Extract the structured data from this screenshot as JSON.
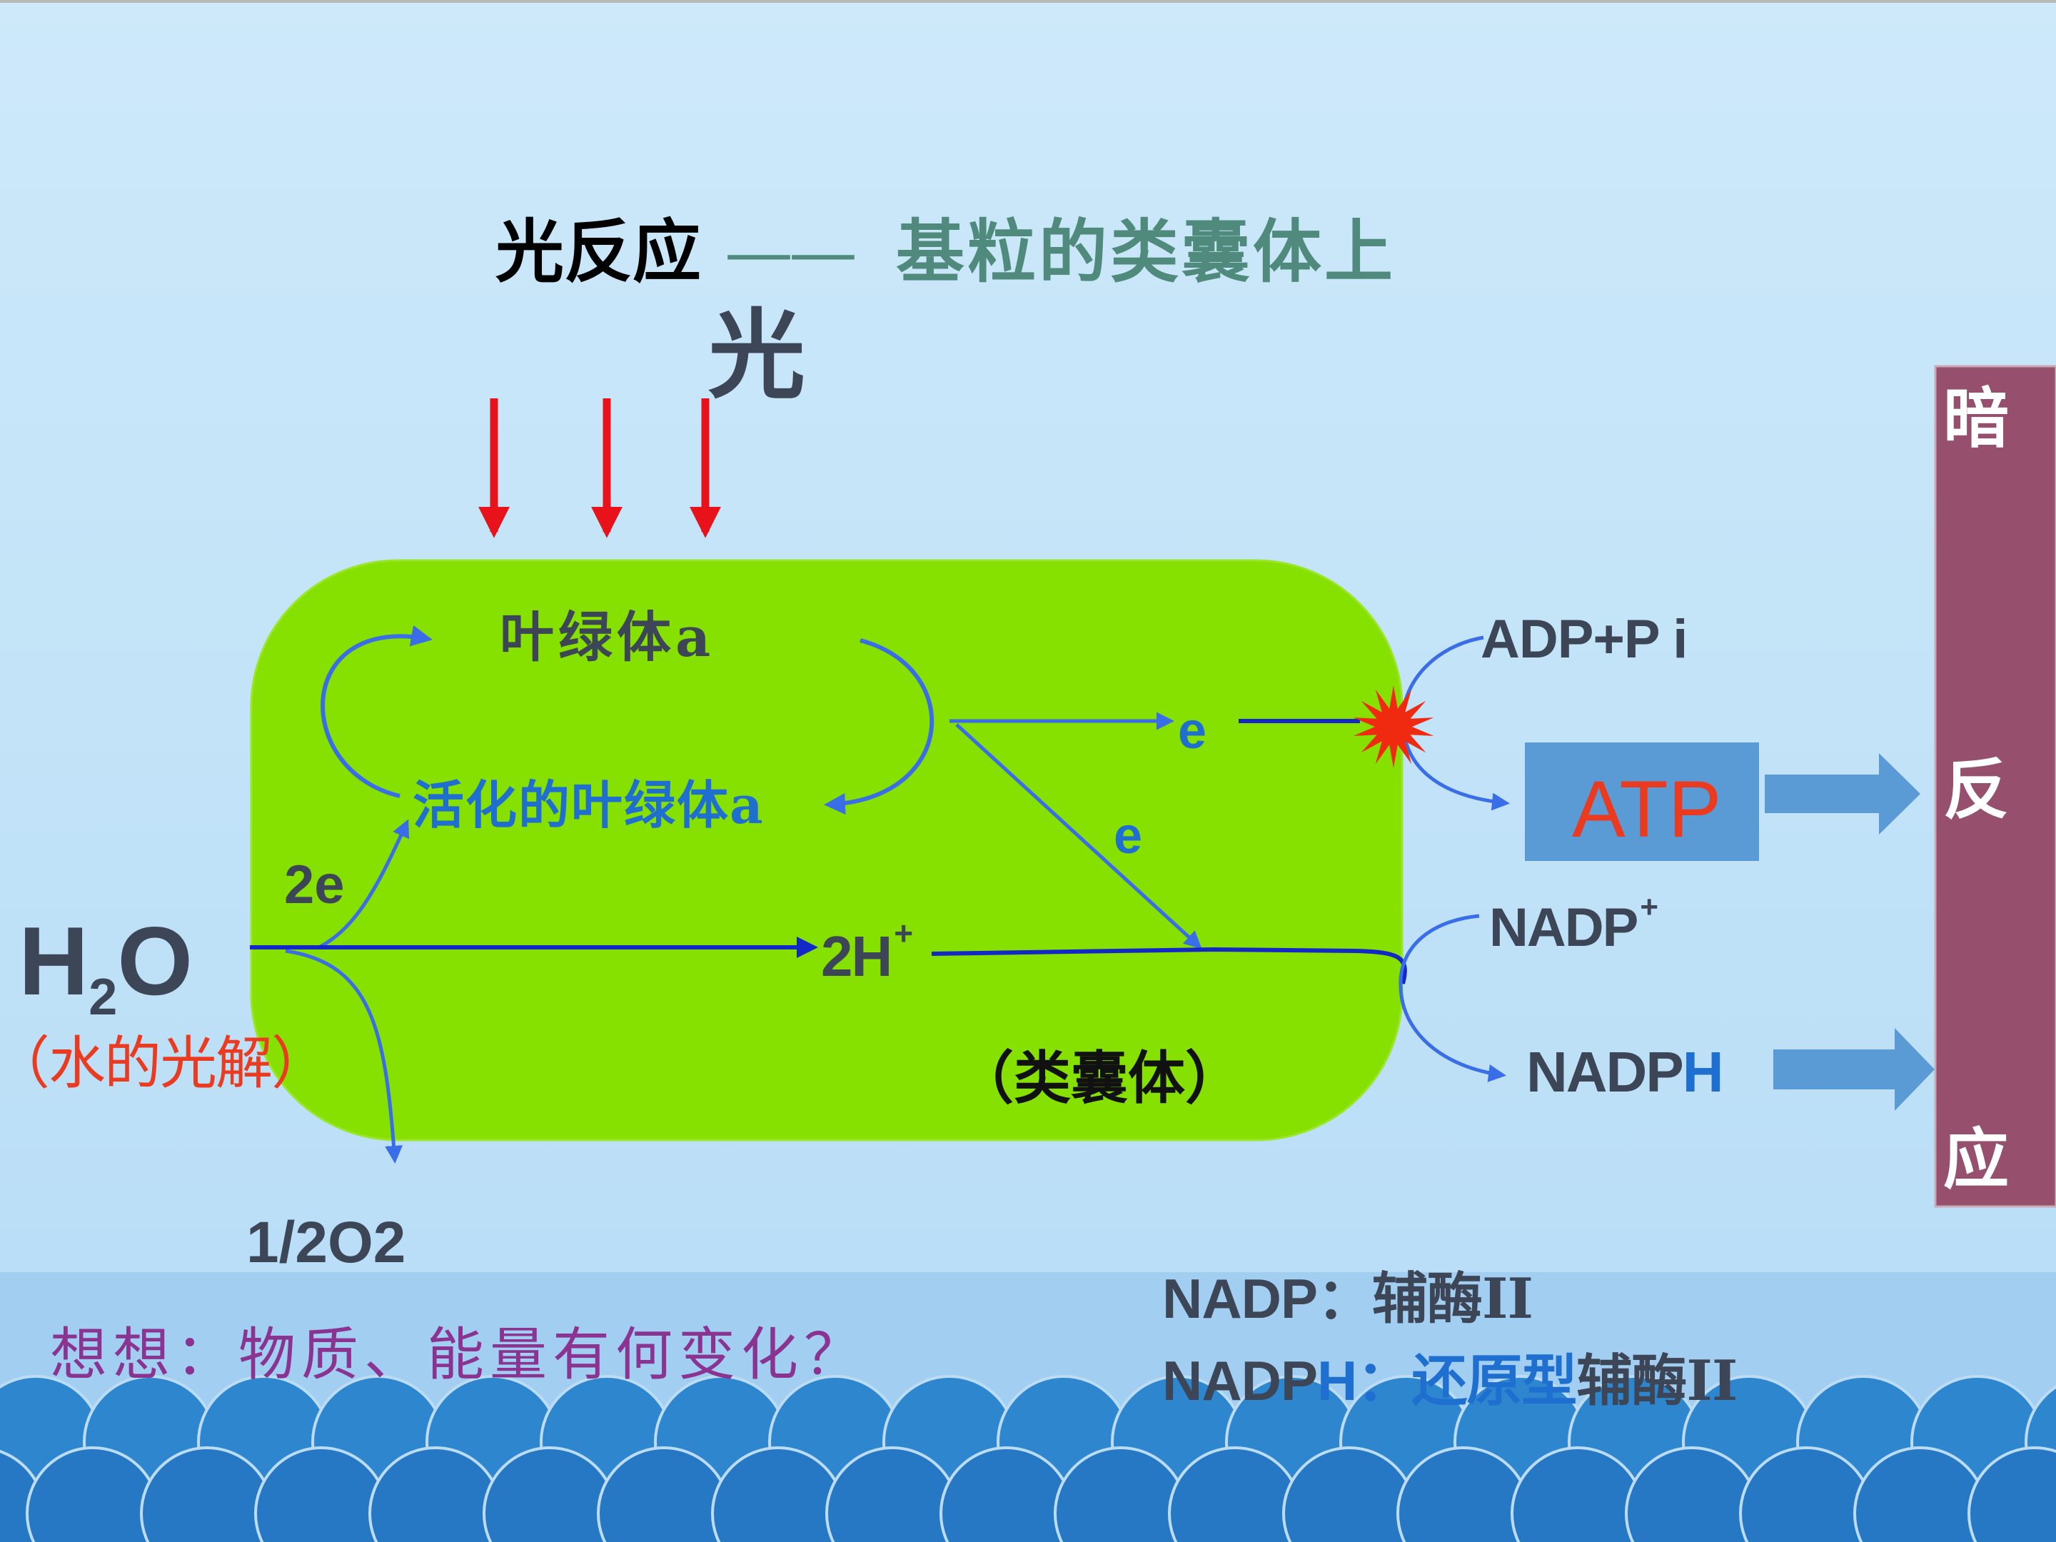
{
  "slide": {
    "title_left": "光反应",
    "title_dash": "——",
    "title_right": "基粒的类囊体上",
    "light_label": "光"
  },
  "thylakoid": {
    "chlorophyll": "叶绿体a",
    "activated_chlorophyll": "活化的叶绿体a",
    "electron_a": "e",
    "electron_b": "e",
    "two_e": "2e",
    "hydrogen": "2H",
    "hydrogen_sup": "+",
    "membrane_label": "（类囊体）"
  },
  "water": {
    "h": "H",
    "sub": "2",
    "o": "O",
    "photolysis": "（水的光解）",
    "oxygen": "1/2O2"
  },
  "products": {
    "adp_pi": "ADP+P i",
    "atp": "ATP",
    "nadp_plus": "NADP",
    "nadp_sup": "+",
    "nadph_a": "NADP",
    "nadph_b": "H"
  },
  "dark_reaction": {
    "chars": [
      "暗",
      "反",
      "应"
    ]
  },
  "notes": {
    "question": "想想：物质、能量有何变化？",
    "nadp_def_term": "NADP：",
    "nadp_def": "辅酶II",
    "nadph_def_term_a": "NADP",
    "nadph_def_term_b": "H：",
    "nadph_def_blue": "还原型",
    "nadph_def_rest": "辅酶II"
  },
  "colors": {
    "background_top": "#cbe9fa",
    "background_bottom": "#b6dcf6",
    "wave_band": "#9fcdf0",
    "wave_fill": "#2e86cf",
    "thylakoid_fill": "#86e000",
    "arrow_blue": "#3a6de8",
    "line_navy": "#1428c8",
    "light_arrow": "#e8121a",
    "atp_box": "#5b9bd5",
    "atp_text": "#ea3b20",
    "dark_reaction_bar": "#964f6d",
    "title_green": "#4f8a7c",
    "photolysis_red": "#ea3b20",
    "question_purple": "#8a3390"
  }
}
